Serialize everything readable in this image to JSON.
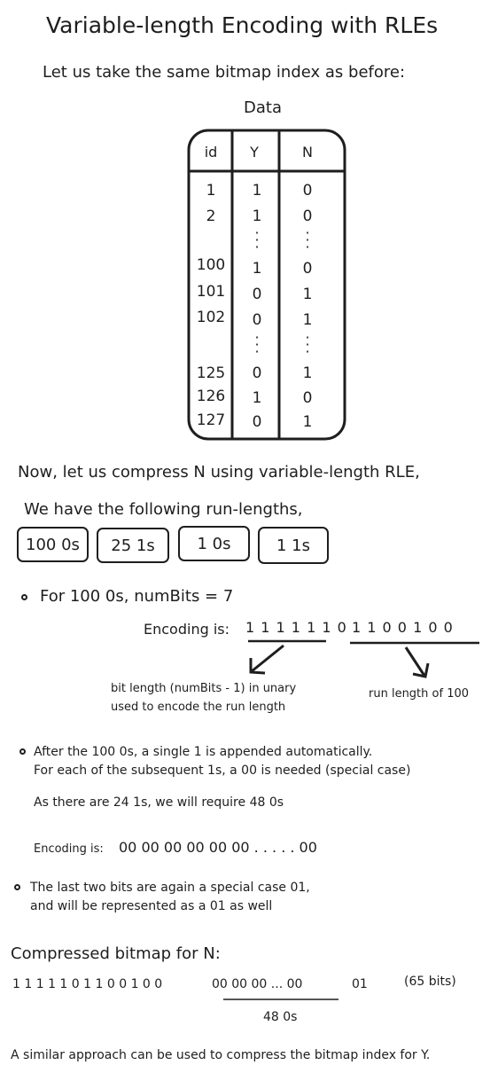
{
  "title": "Variable-length Encoding with RLEs",
  "intro": "Let us take the same bitmap index as before:",
  "table": {
    "caption": "Data",
    "headers": [
      "id",
      "Y",
      "N"
    ],
    "rows": [
      [
        "1",
        "1",
        "0"
      ],
      [
        "2",
        "1",
        "0"
      ],
      [
        "100",
        "1",
        "0"
      ],
      [
        "101",
        "0",
        "1"
      ],
      [
        "102",
        "0",
        "1"
      ],
      [
        "125",
        "0",
        "1"
      ],
      [
        "126",
        "1",
        "0"
      ],
      [
        "127",
        "0",
        "1"
      ]
    ]
  },
  "compress_intro": "Now, let us compress N using variable-length RLE,",
  "runs_intro": "We have the following run-lengths,",
  "runs": [
    "100 0s",
    "25 1s",
    "1 0s",
    "1 1s"
  ],
  "bullet1": {
    "text": "For 100 0s, numBits = 7",
    "encoding_label": "Encoding is:",
    "unary": "1 1 1 1 1 1 0",
    "binary": "1 1 0 0 1 0 0",
    "note_left_1": "bit length (numBits - 1) in unary",
    "note_left_2": "used to encode the run length",
    "note_right": "run length of 100"
  },
  "bullet2": {
    "line1": "After the 100 0s, a single 1 is appended automatically.",
    "line2": "For each of the subsequent 1s, a 00 is needed (special case)",
    "line3": "As there are 24 1s, we will require 48 0s",
    "encoding_label": "Encoding is:",
    "encoding": "00 00 00 00 00 00 . . . . . 00"
  },
  "bullet3": {
    "line1": "The last two bits are again a special case 01,",
    "line2": "and will be represented as a 01 as well"
  },
  "compressed": {
    "heading": "Compressed bitmap for N:",
    "part1": "1 1 1 1 1 0 1 1 0 0 1 0 0",
    "part2": "00 00 00 ... 00",
    "part3": "01",
    "bits": "(65 bits)",
    "underbrace": "48 0s"
  },
  "footer": "A similar approach can be used to compress the bitmap index for Y."
}
